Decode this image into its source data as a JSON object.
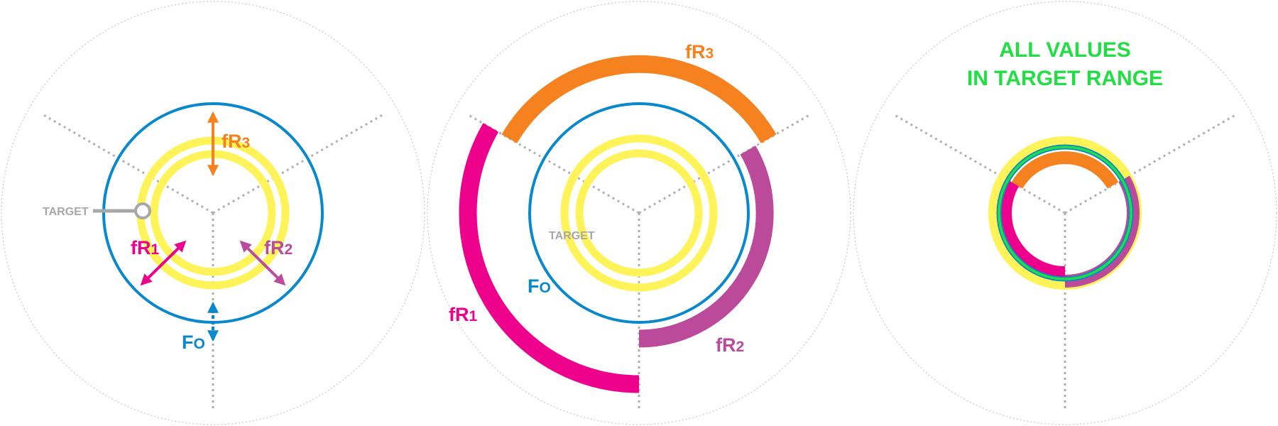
{
  "colors": {
    "f0": "#0a88cc",
    "fr1": "#ec008c",
    "fr2": "#bb4a9a",
    "fr3": "#f5821f",
    "target": "#fff35a",
    "target_label": "#a8a8a8",
    "status": "#22dd44",
    "guide": "#b0b0b0"
  },
  "panel_1": {
    "target_label": "TARGET",
    "fr1_label": {
      "main": "fR",
      "sub": "1"
    },
    "fr2_label": {
      "main": "fR",
      "sub": "2"
    },
    "fr3_label": {
      "main": "fR",
      "sub": "3"
    },
    "f0_label": {
      "main": "F",
      "sub": "O"
    }
  },
  "panel_2": {
    "target_label": "TARGET",
    "fr1_label": {
      "main": "fR",
      "sub": "1"
    },
    "fr2_label": {
      "main": "fR",
      "sub": "2"
    },
    "fr3_label": {
      "main": "fR",
      "sub": "3"
    },
    "f0_label": {
      "main": "F",
      "sub": "O"
    }
  },
  "panel_3": {
    "status_line_1": "ALL VALUES",
    "status_line_2": "IN TARGET RANGE"
  }
}
